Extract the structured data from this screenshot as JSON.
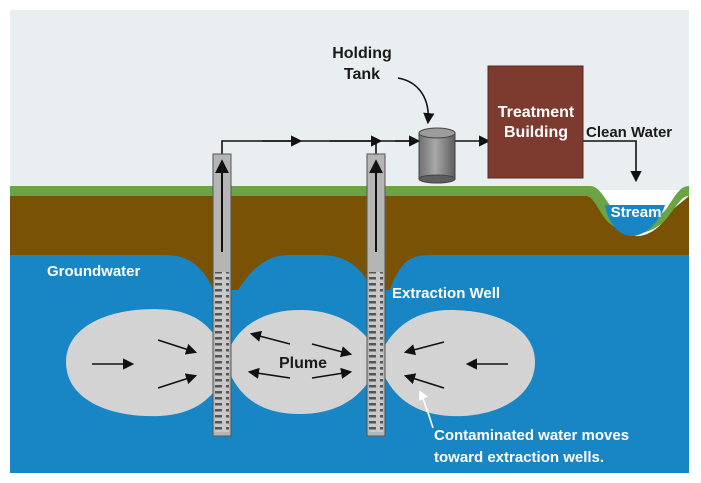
{
  "labels": {
    "holding_tank_line1": "Holding",
    "holding_tank_line2": "Tank",
    "treatment_line1": "Treatment",
    "treatment_line2": "Building",
    "clean_water": "Clean Water",
    "stream": "Stream",
    "groundwater": "Groundwater",
    "extraction_well": "Extraction Well",
    "plume": "Plume",
    "caption_line1": "Contaminated water moves",
    "caption_line2": "toward extraction wells."
  },
  "colors": {
    "sky": "#e9eef0",
    "grass": "#6aa444",
    "soil": "#7a5205",
    "groundwater": "#1886c4",
    "plume": "#d3d3d3",
    "well": "#b5b5b5",
    "treatment_building": "#7d3a2f",
    "tank": "#8a8a8a",
    "label_white": "#ffffff",
    "label_dark": "#1a1a1a"
  }
}
